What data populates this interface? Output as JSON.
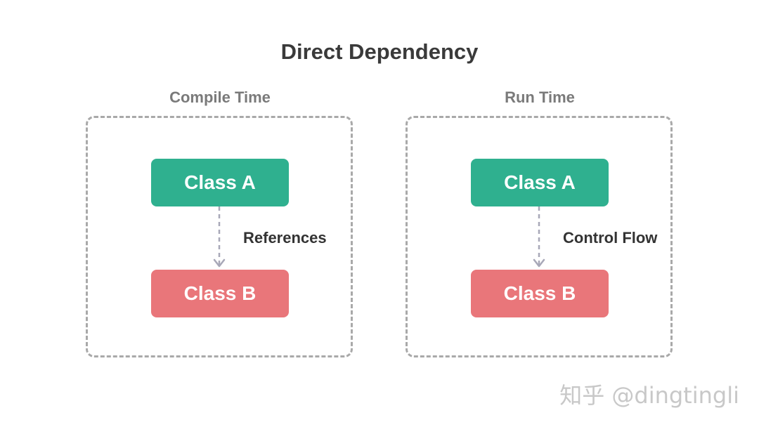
{
  "title": "Direct Dependency",
  "panels": [
    {
      "label": "Compile Time",
      "top_node": "Class A",
      "bottom_node": "Class B",
      "edge_label": "References"
    },
    {
      "label": "Run Time",
      "top_node": "Class A",
      "bottom_node": "Class B",
      "edge_label": "Control Flow"
    }
  ],
  "colors": {
    "class_a": "#2fb08f",
    "class_b": "#e9767a",
    "border": "#a9a9a9",
    "arrow": "#a8a8b8"
  },
  "watermark": "知乎 @dingtingli"
}
